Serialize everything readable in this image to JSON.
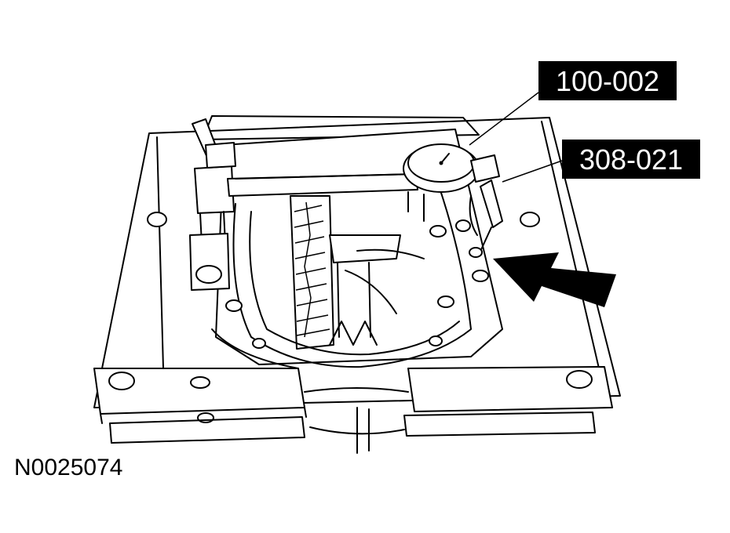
{
  "figure": {
    "figure_id": "N0025074",
    "callouts": [
      {
        "label": "100-002"
      },
      {
        "label": "308-021"
      }
    ]
  },
  "colors": {
    "line": "#000000",
    "background": "#ffffff",
    "callout_fill": "#000000",
    "callout_text": "#ffffff"
  }
}
